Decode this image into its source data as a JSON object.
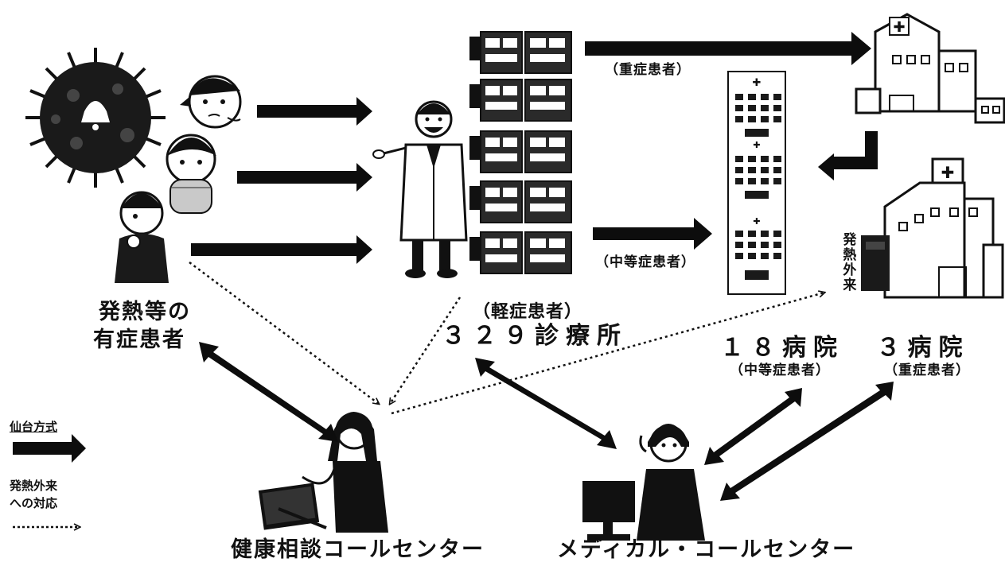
{
  "patients": {
    "label_line1": "発熱等の",
    "label_line2": "有症患者"
  },
  "clinics": {
    "severity": "（軽症患者）",
    "name": "３２９診療所"
  },
  "severe_route": {
    "label": "（重症患者）"
  },
  "moderate_route": {
    "label": "（中等症患者）"
  },
  "hospitals_18": {
    "name": "１８病院",
    "severity": "（中等症患者）"
  },
  "hospitals_3": {
    "name": "３病院",
    "severity": "（重症患者）"
  },
  "fever_outpatient_sign": "発熱外来",
  "health_call_center": {
    "label": "健康相談コールセンター"
  },
  "medical_call_center": {
    "label": "メディカル・コールセンター"
  },
  "legend": {
    "sendai": "仙台方式",
    "fever_line1": "発熱外来",
    "fever_line2": "への対応"
  },
  "colors": {
    "arrow": "#0d0d0d",
    "building_fill": "#ffffff",
    "clinic_fill": "#2a2a2a"
  }
}
